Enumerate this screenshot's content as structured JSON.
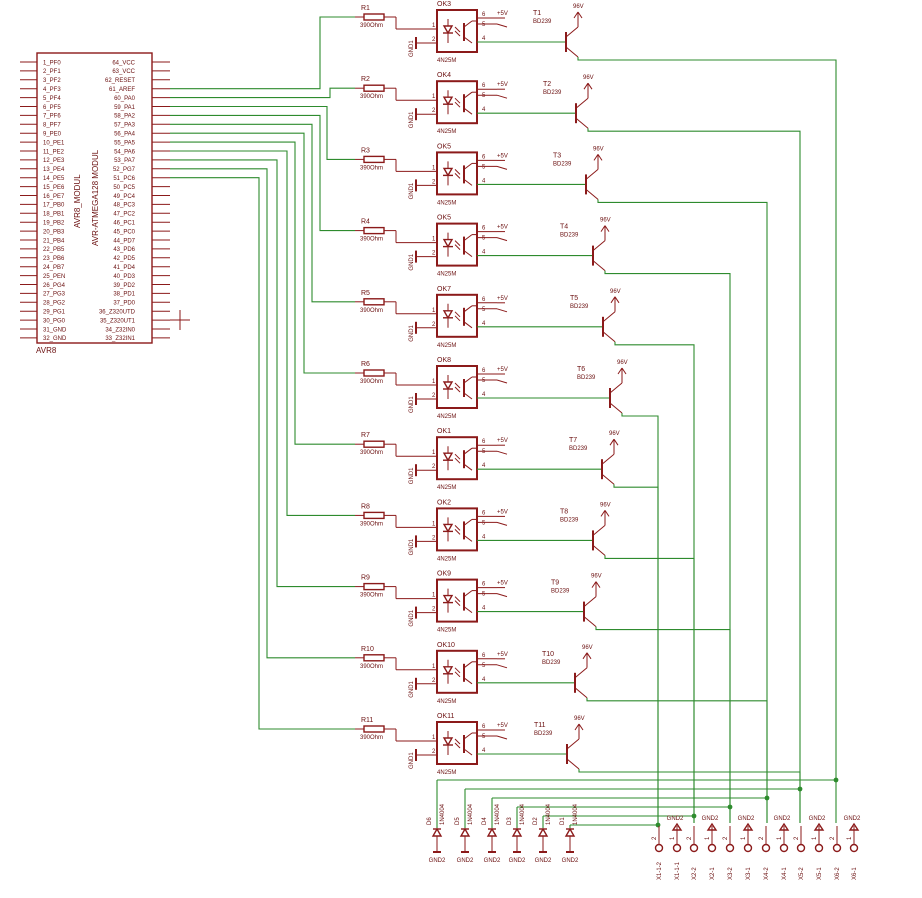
{
  "module": {
    "name": "AVR8",
    "value": "AVR-ATMEGA128 MODUL",
    "value_short": "AVR8_MODUL",
    "left_pins": [
      "1_PF0",
      "2_PF1",
      "3_PF2",
      "4_PF3",
      "5_PF4",
      "6_PF5",
      "7_PF6",
      "8_PF7",
      "9_PE0",
      "10_PE1",
      "11_PE2",
      "12_PE3",
      "13_PE4",
      "14_PE5",
      "15_PE6",
      "16_PE7",
      "17_PB0",
      "18_PB1",
      "19_PB2",
      "20_PB3",
      "21_PB4",
      "22_PB5",
      "23_PB6",
      "24_PB7",
      "25_PEN",
      "26_PG4",
      "27_PG3",
      "28_PG2",
      "29_PG1",
      "30_PG0",
      "31_GND",
      "32_GND"
    ],
    "right_pins": [
      "64_VCC",
      "63_VCC",
      "62_RESET",
      "61_AREF",
      "60_PA0",
      "59_PA1",
      "58_PA2",
      "57_PA3",
      "56_PA4",
      "55_PA5",
      "54_PA6",
      "53_PA7",
      "52_PG7",
      "51_PC6",
      "50_PC5",
      "49_PC4",
      "48_PC3",
      "47_PC2",
      "46_PC1",
      "45_PC0",
      "44_PD7",
      "43_PD6",
      "42_PD5",
      "41_PD4",
      "40_PD3",
      "39_PD2",
      "38_PD1",
      "37_PD0",
      "36_Z320UTD",
      "35_Z320UT1",
      "34_Z32IN0",
      "33_Z32IN1"
    ]
  },
  "channels": [
    {
      "r": "R1",
      "rv": "390Ohm",
      "ok": "OK3",
      "t": "T1",
      "tv": "BD239"
    },
    {
      "r": "R2",
      "rv": "390Ohm",
      "ok": "OK4",
      "t": "T2",
      "tv": "BD239"
    },
    {
      "r": "R3",
      "rv": "390Ohm",
      "ok": "OK5",
      "t": "T3",
      "tv": "BD239"
    },
    {
      "r": "R4",
      "rv": "390Ohm",
      "ok": "OK5",
      "t": "T4",
      "tv": "BD239"
    },
    {
      "r": "R5",
      "rv": "390Ohm",
      "ok": "OK7",
      "t": "T5",
      "tv": "BD239"
    },
    {
      "r": "R6",
      "rv": "390Ohm",
      "ok": "OK8",
      "t": "T6",
      "tv": "BD239"
    },
    {
      "r": "R7",
      "rv": "390Ohm",
      "ok": "OK1",
      "t": "T7",
      "tv": "BD239"
    },
    {
      "r": "R8",
      "rv": "390Ohm",
      "ok": "OK2",
      "t": "T8",
      "tv": "BD239"
    },
    {
      "r": "R9",
      "rv": "390Ohm",
      "ok": "OK9",
      "t": "T9",
      "tv": "BD239"
    },
    {
      "r": "R10",
      "rv": "390Ohm",
      "ok": "OK10",
      "t": "T10",
      "tv": "BD239"
    },
    {
      "r": "R11",
      "rv": "390Ohm",
      "ok": "OK11",
      "t": "T11",
      "tv": "BD239"
    }
  ],
  "common": {
    "opto_value": "4N25M",
    "vcc": "+5V",
    "vmotor": "96V",
    "gnd1": "GND1",
    "gnd2": "GND2",
    "opto_pins": [
      "1",
      "2",
      "6",
      "5",
      "4"
    ]
  },
  "diodes": [
    {
      "name": "D6",
      "value": "1N4004"
    },
    {
      "name": "D5",
      "value": "1N4004"
    },
    {
      "name": "D4",
      "value": "1N4004"
    },
    {
      "name": "D3",
      "value": "1N4004"
    },
    {
      "name": "D2",
      "value": "1N4004"
    },
    {
      "name": "D1",
      "value": "1N4004"
    }
  ],
  "connectors": [
    "X1-1-2",
    "X1-1-1",
    "X2-2",
    "X2-1",
    "X3-2",
    "X3-1",
    "X4-2",
    "X4-1",
    "X5-2",
    "X5-1",
    "X6-2",
    "X6-1"
  ],
  "connector_pin_numbers": [
    "2",
    "1",
    "2",
    "1",
    "2",
    "1",
    "2",
    "1",
    "2",
    "1",
    "2",
    "1"
  ],
  "colors": {
    "part": "#8b1a1a",
    "wire": "#2e8b2e",
    "background": "#ffffff"
  }
}
